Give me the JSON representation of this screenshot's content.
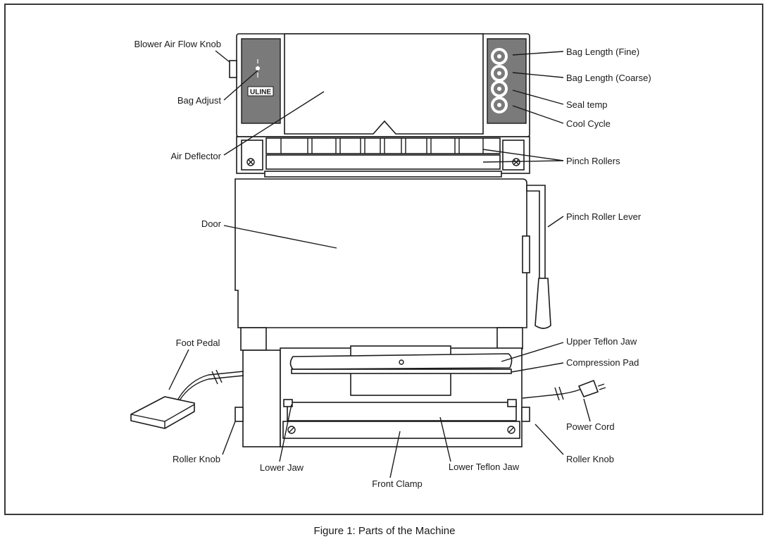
{
  "caption": "Figure 1: Parts of the Machine",
  "brand": "ULINE",
  "labels": {
    "blower_air_flow_knob": "Blower Air Flow Knob",
    "bag_adjust": "Bag Adjust",
    "air_deflector": "Air Deflector",
    "door": "Door",
    "foot_pedal": "Foot Pedal",
    "roller_knob_left": "Roller Knob",
    "lower_jaw": "Lower Jaw",
    "front_clamp": "Front Clamp",
    "lower_teflon_jaw": "Lower Teflon Jaw",
    "roller_knob_right": "Roller Knob",
    "power_cord": "Power Cord",
    "compression_pad": "Compression Pad",
    "upper_teflon_jaw": "Upper Teflon Jaw",
    "pinch_roller_lever": "Pinch Roller Lever",
    "pinch_rollers": "Pinch Rollers",
    "cool_cycle": "Cool Cycle",
    "seal_temp": "Seal temp",
    "bag_length_coarse": "Bag Length (Coarse)",
    "bag_length_fine": "Bag Length (Fine)"
  },
  "colors": {
    "line": "#1a1a1a",
    "panel": "#7a7a7a",
    "background": "#ffffff"
  }
}
